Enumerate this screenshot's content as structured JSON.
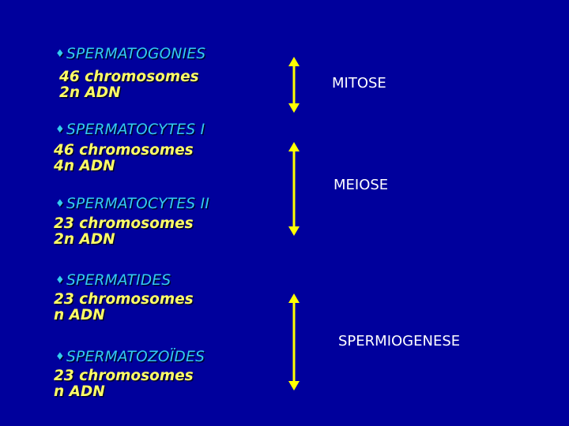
{
  "stages": [
    {
      "title": "SPERMATOGONIES",
      "chromosomes": "46 chromosomes",
      "adn": "2n ADN"
    },
    {
      "title": "SPERMATOCYTES I",
      "chromosomes": "46 chromosomes",
      "adn": "4n ADN"
    },
    {
      "title": "SPERMATOCYTES II",
      "chromosomes": "23 chromosomes",
      "adn": "2n ADN"
    },
    {
      "title": "SPERMATIDES",
      "chromosomes": "23 chromosomes",
      "adn": "n ADN"
    },
    {
      "title": "SPERMATOZOÏDES",
      "chromosomes": "23 chromosomes",
      "adn": "n ADN"
    }
  ],
  "bullet": "♦",
  "processes": [
    {
      "label": "MITOSE"
    },
    {
      "label": "MEIOSE"
    },
    {
      "label": "SPERMIOGENESE"
    }
  ],
  "colors": {
    "background": "#00009c",
    "title": "#33ccf0",
    "detail": "#ffff66",
    "arrow": "#ffff00",
    "label": "#ffffff"
  }
}
